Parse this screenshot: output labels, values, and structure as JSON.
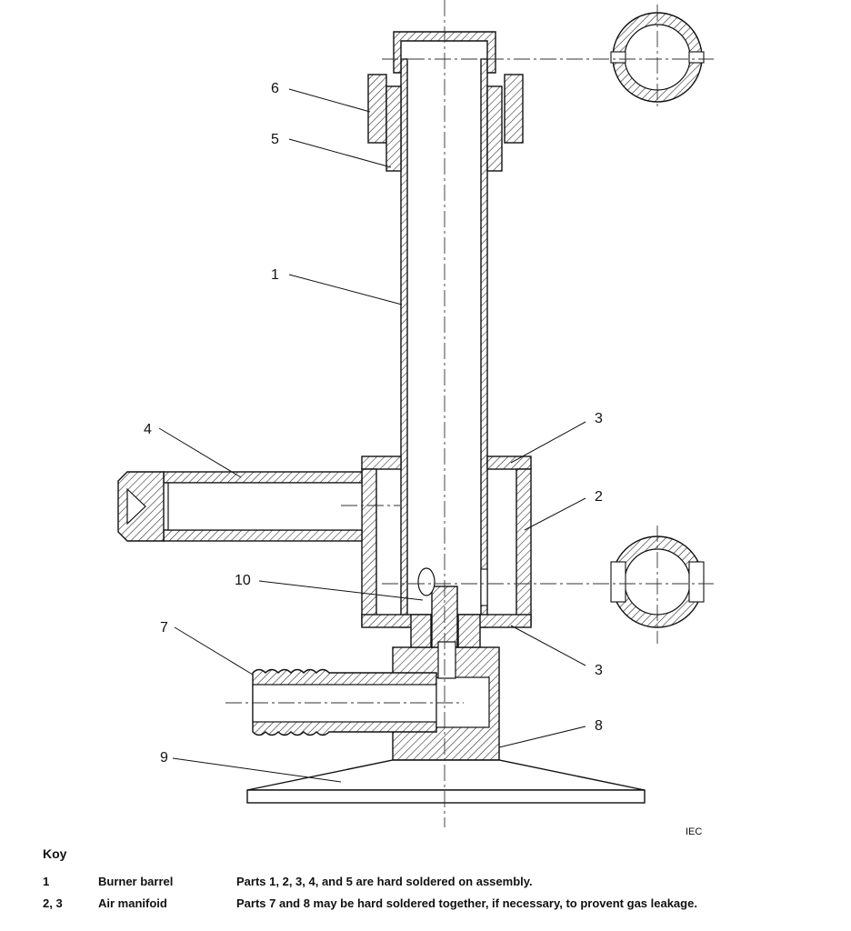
{
  "callouts": {
    "c6": "6",
    "c5": "5",
    "c1": "1",
    "c4": "4",
    "c3a": "3",
    "c2": "2",
    "c10": "10",
    "c7": "7",
    "c3b": "3",
    "c8": "8",
    "c9": "9"
  },
  "mark": "IEC",
  "key": {
    "title": "Koy",
    "rows": [
      {
        "num": "1",
        "name": "Burner barrel",
        "note": "Parts 1, 2, 3, 4, and 5 are hard soldered on assembly."
      },
      {
        "num": "2, 3",
        "name": "Air manifoid",
        "note": "Parts 7 and 8 may be hard soldered together, if necessary, to provent gas leakage."
      }
    ]
  }
}
